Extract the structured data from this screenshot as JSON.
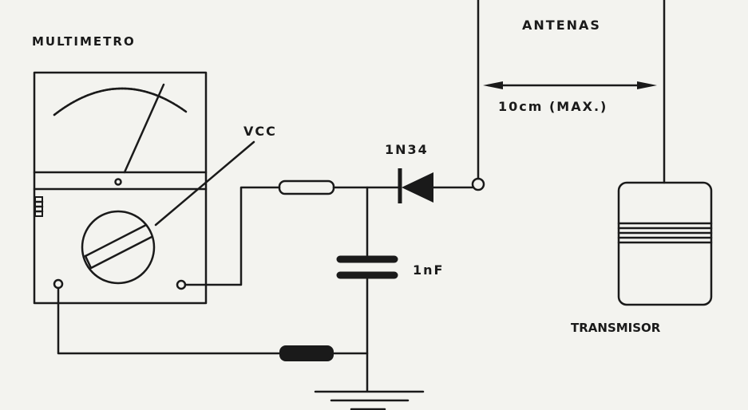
{
  "labels": {
    "multimeter": "MULTIMETRO",
    "antennas": "ANTENAS",
    "distance": "10cm (MAX.)",
    "vcc": "VCC",
    "diode": "1N34",
    "capacitor": "1nF",
    "transmitter": "TRANSMISOR"
  },
  "colors": {
    "ink": "#1a1a1a",
    "paper": "#f3f3ef"
  }
}
